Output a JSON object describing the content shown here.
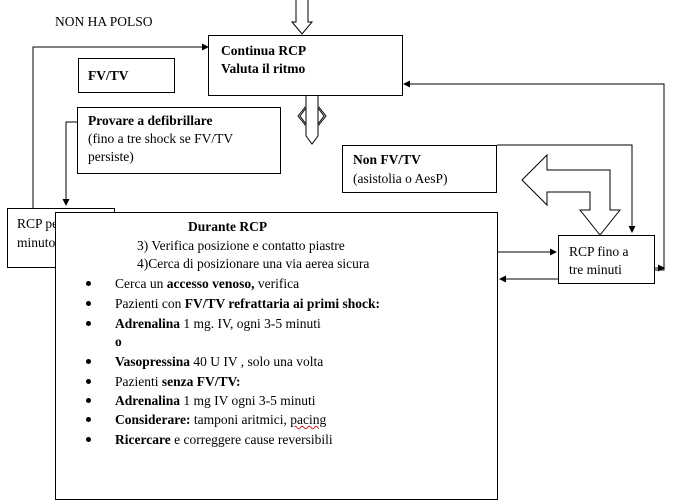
{
  "title": "NON HA POLSO",
  "boxes": {
    "continua": {
      "line1": "Continua RCP",
      "line2": "Valuta il ritmo"
    },
    "fvtv": "FV/TV",
    "defib": {
      "line1": "Provare a defibrillare",
      "line2": "(fino a tre shock se FV/TV",
      "line3": "persiste)"
    },
    "nonfvtv": {
      "line1": "Non FV/TV",
      "line2": "(asistolia o AesP)"
    },
    "rcp_minuto": {
      "line1": "RCP per un",
      "line2": "minuto"
    },
    "rcp_tre": {
      "line1": "RCP fino a",
      "line2": "tre minuti"
    },
    "durante": {
      "heading": "Durante RCP",
      "step3": "3) Verifica posizione e contatto piastre",
      "step4": "4)Cerca di posizionare una via aerea sicura"
    }
  },
  "list": {
    "i1": {
      "a": "Cerca un ",
      "b": "accesso venoso,",
      "c": " verifica"
    },
    "i2": {
      "a": "Pazienti con ",
      "b": "FV/TV refrattaria ai primi shock:"
    },
    "i3": {
      "a": "Adrenalina",
      "b": " 1 mg. IV, ogni 3-5 minuti"
    },
    "o": "o",
    "i4": {
      "a": "Vasopressina",
      "b": " 40 U IV , solo una volta"
    },
    "i5": {
      "a": "Pazienti ",
      "b": "senza FV/TV:"
    },
    "i6": {
      "a": "Adrenalina",
      "b": " 1 mg IV ogni 3-5 minuti"
    },
    "i7": {
      "a": "Considerare:",
      "b": " tamponi aritmici, ",
      "c": "pacing"
    },
    "i8": {
      "a": "Ricercare",
      "b": " e correggere cause reversibili"
    }
  }
}
